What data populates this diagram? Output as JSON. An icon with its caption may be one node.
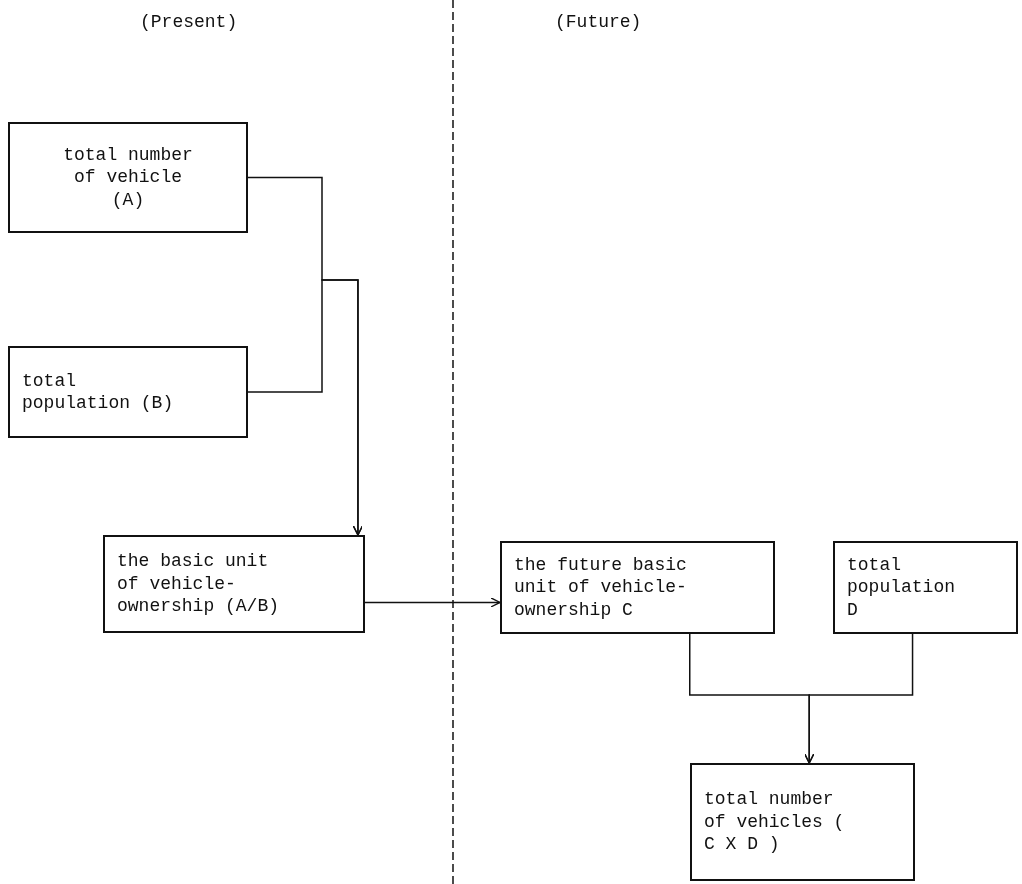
{
  "diagram": {
    "nodes": [
      {
        "text": [
          "total number of vehicle (A)"
        ]
      },
      {
        "text": [
          "total population (B)"
        ]
      },
      {
        "text": [
          "the basic unit of vehicle-ownership (A/B)"
        ]
      },
      {
        "text": [
          "the future basic unit of vehicle-ownership C"
        ]
      },
      {
        "text": [
          "total population D"
        ]
      },
      {
        "text": [
          "total number of vehicles ( C X D )"
        ]
      }
    ],
    "edges": [
      {
        "from": 0,
        "to": 2,
        "arrow": "to"
      },
      {
        "from": 1,
        "to": 2,
        "arrow": "to"
      },
      {
        "from": 2,
        "to": 3,
        "arrow": "to"
      },
      {
        "from": 3,
        "to": 5,
        "arrow": "to"
      },
      {
        "from": 4,
        "to": 5,
        "arrow": "to"
      }
    ],
    "labels": [
      "(Present)",
      "(Future)"
    ]
  }
}
